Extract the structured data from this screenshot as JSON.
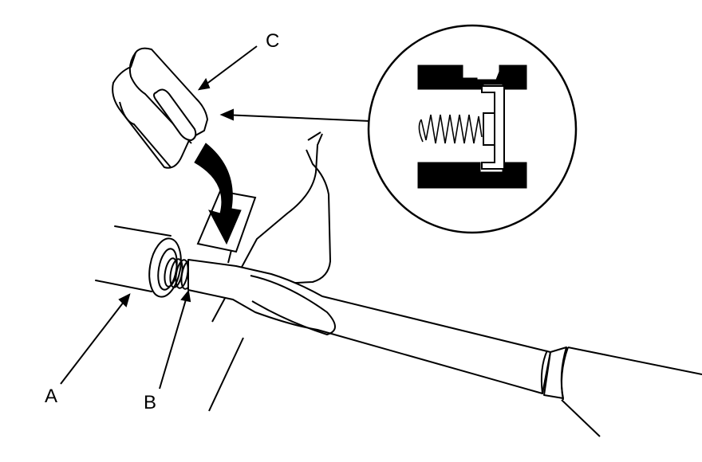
{
  "labels": {
    "a": "A",
    "b": "B",
    "c": "C"
  },
  "colors": {
    "line": "#000000",
    "fill": "#ffffff"
  }
}
